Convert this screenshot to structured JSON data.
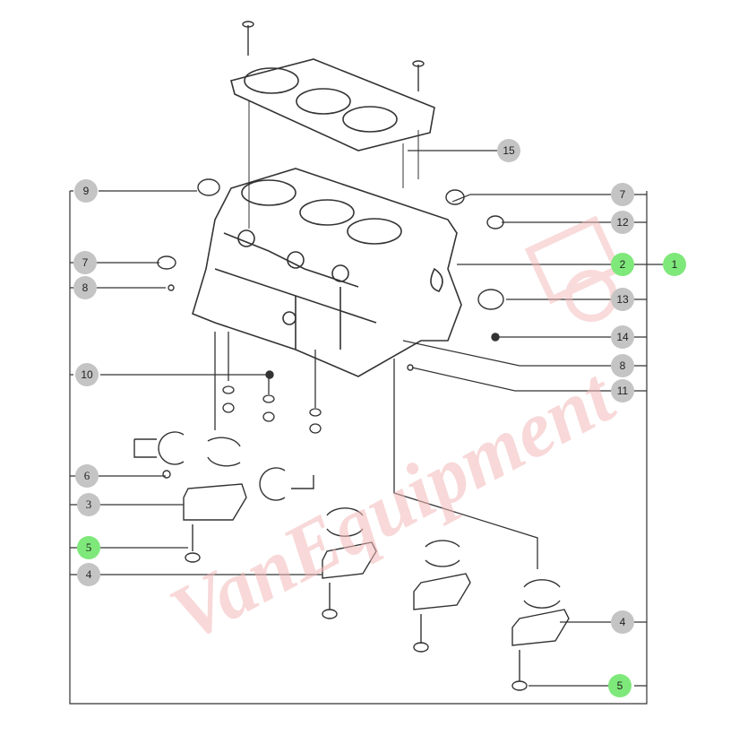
{
  "diagram": {
    "title": "Cylinder block exploded parts diagram",
    "watermark": "VanEquipment",
    "colors": {
      "line": "#333333",
      "callout_default": "#c4c4c4",
      "callout_highlight": "#7ee87a",
      "watermark": "#f2b6b6"
    },
    "callouts_left": [
      {
        "label": "9",
        "highlight": false
      },
      {
        "label": "7",
        "highlight": false
      },
      {
        "label": "8",
        "highlight": false
      },
      {
        "label": "10",
        "highlight": false
      },
      {
        "label": "6",
        "highlight": false
      },
      {
        "label": "3",
        "highlight": false
      },
      {
        "label": "5",
        "highlight": true
      },
      {
        "label": "4",
        "highlight": false
      }
    ],
    "callouts_right": [
      {
        "label": "15",
        "highlight": false
      },
      {
        "label": "7",
        "highlight": false
      },
      {
        "label": "12",
        "highlight": false
      },
      {
        "label": "2",
        "highlight": true
      },
      {
        "label": "13",
        "highlight": false
      },
      {
        "label": "14",
        "highlight": false
      },
      {
        "label": "8",
        "highlight": false
      },
      {
        "label": "11",
        "highlight": false
      },
      {
        "label": "4",
        "highlight": false
      },
      {
        "label": "5",
        "highlight": true
      }
    ],
    "assembly_callout": {
      "label": "1",
      "highlight": true
    }
  }
}
